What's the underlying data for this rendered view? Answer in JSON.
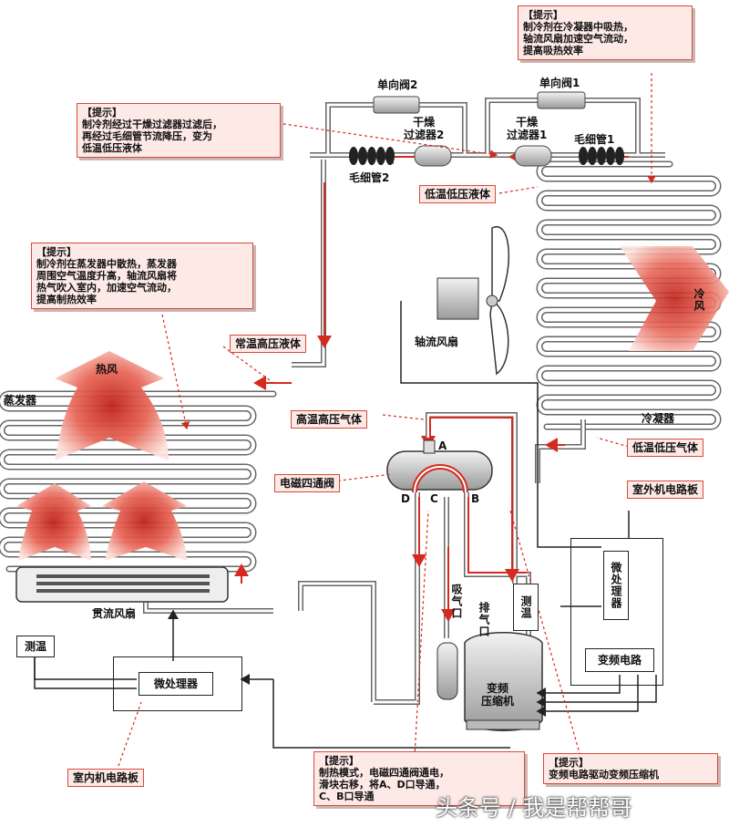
{
  "colors": {
    "accent": "#d84a3a",
    "tag_bg": "#fde9e6",
    "pipe": "#555555",
    "refrigerant": "#d42a1f"
  },
  "tips": {
    "condenser": {
      "head": "【提示】",
      "body": "制冷剂在冷凝器中吸热，\n轴流风扇加速空气流动，\n提高吸热效率"
    },
    "filter": {
      "head": "【提示】",
      "body": "制冷剂经过干燥过滤器过滤后，\n再经过毛细管节流降压，变为\n低温低压液体"
    },
    "evaporator": {
      "head": "【提示】",
      "body": "制冷剂在蒸发器中散热，蒸发器\n周围空气温度升高，轴流风扇将\n热气吹入室内，加速空气流动，\n提高制热效率"
    },
    "valve": {
      "head": "【提示】",
      "body": "制热模式，电磁四通阀通电，\n滑块右移，将A、D口导通，\nC、B口导通"
    },
    "compressor": {
      "head": "【提示】",
      "body": "变频电路驱动变频压缩机"
    }
  },
  "components": {
    "check_valve_2": "单向阀2",
    "check_valve_1": "单向阀1",
    "filter_2": "干燥\n过滤器2",
    "filter_1": "干燥\n过滤器1",
    "capillary_1": "毛细管1",
    "capillary_2": "毛细管2",
    "axial_fan": "轴流风扇",
    "cool_air": "冷风",
    "condenser": "冷凝器",
    "hot_air": "热风",
    "evaporator": "蒸发器",
    "cross_flow_fan": "贯流风扇",
    "suction_port": "吸气口",
    "exhaust_port": "排气口",
    "compressor": "变频\n压缩机",
    "port_a": "A",
    "port_b": "B",
    "port_c": "C",
    "port_d": "D"
  },
  "states": {
    "low_temp_liquid": "低温低压液体",
    "normal_temp_liquid": "常温高压液体",
    "high_temp_gas": "高温高压气体",
    "low_temp_gas": "低温低压气体"
  },
  "circuits": {
    "four_way_valve": "电磁四通阀",
    "outdoor_board": "室外机电路板",
    "indoor_board": "室内机电路板",
    "micro_outdoor": "微处理器",
    "micro_indoor": "微处理器",
    "temp_outdoor": "测温",
    "temp_indoor": "测温",
    "inverter": "变频电路"
  },
  "watermark": "头条号 / 我是帮帮哥"
}
